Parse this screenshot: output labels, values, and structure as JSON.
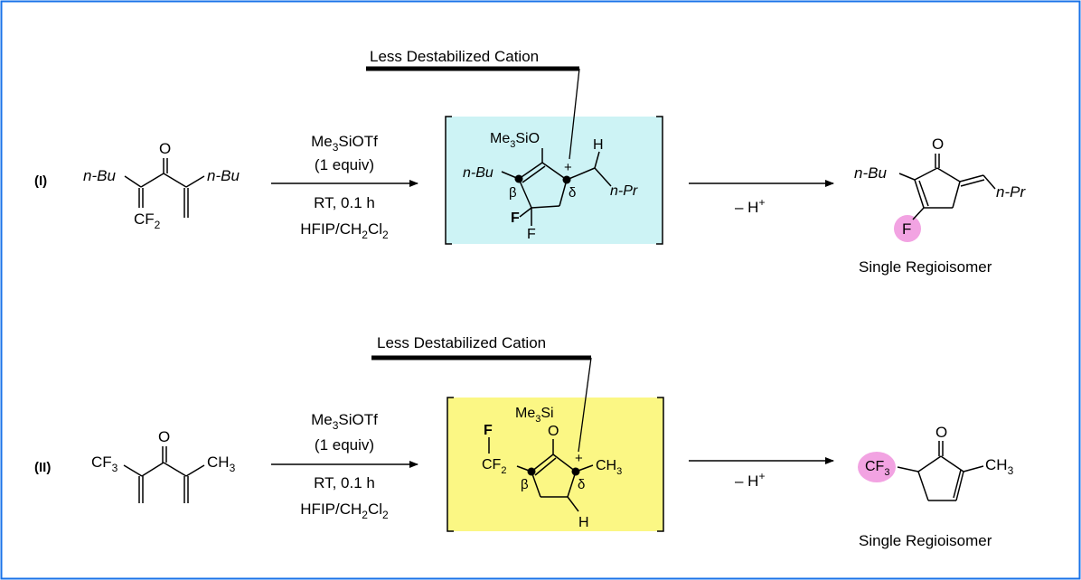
{
  "colors": {
    "frame": "#1a73e8",
    "cyan_box": "#cdf3f5",
    "yellow_box": "#fbf784",
    "highlight": "#f2a3e2"
  },
  "reaction_1": {
    "label": "(I)",
    "substrate": {
      "r_left": "n-Bu",
      "r_right": "n-Bu",
      "oxygen": "O",
      "cf2_main": "CF",
      "cf2_sub": "2"
    },
    "conditions": {
      "reagent_main": "Me",
      "reagent_sub": "3",
      "reagent_rest": "SiOTf",
      "equiv": "(1 equiv)",
      "temp_time": "RT, 0.1 h",
      "solvent_a": "HFIP/CH",
      "solvent_sub1": "2",
      "solvent_b": "Cl",
      "solvent_sub2": "2"
    },
    "intermediate": {
      "osime_main": "Me",
      "osime_sub": "3",
      "osime_rest": "SiO",
      "r_left": "n-Bu",
      "h": "H",
      "r_right": "n-Pr",
      "plus": "+",
      "beta": "β",
      "delta": "δ",
      "f1": "F",
      "f2": "F"
    },
    "callout": "Less Destabilized Cation",
    "step2": "– H",
    "step2_sup": "+",
    "product": {
      "oxygen": "O",
      "r_left": "n-Bu",
      "r_right": "n-Pr",
      "fluorine": "F"
    },
    "product_caption": "Single Regioisomer"
  },
  "reaction_2": {
    "label": "(II)",
    "substrate": {
      "cf3_main": "CF",
      "cf3_sub": "3",
      "oxygen": "O",
      "ch3_main": "CH",
      "ch3_sub": "3"
    },
    "conditions": {
      "reagent_main": "Me",
      "reagent_sub": "3",
      "reagent_rest": "SiOTf",
      "equiv": "(1 equiv)",
      "temp_time": "RT, 0.1 h",
      "solvent_a": "HFIP/CH",
      "solvent_sub1": "2",
      "solvent_b": "Cl",
      "solvent_sub2": "2"
    },
    "intermediate": {
      "sime_main": "Me",
      "sime_sub": "3",
      "sime_rest": "Si",
      "oxygen": "O",
      "f": "F",
      "cf2_main": "CF",
      "cf2_sub": "2",
      "ch3_main": "CH",
      "ch3_sub": "3",
      "plus": "+",
      "beta": "β",
      "delta": "δ",
      "h": "H"
    },
    "callout": "Less Destabilized Cation",
    "step2": "– H",
    "step2_sup": "+",
    "product": {
      "oxygen": "O",
      "cf3_main": "CF",
      "cf3_sub": "3",
      "ch3_main": "CH",
      "ch3_sub": "3"
    },
    "product_caption": "Single Regioisomer"
  }
}
